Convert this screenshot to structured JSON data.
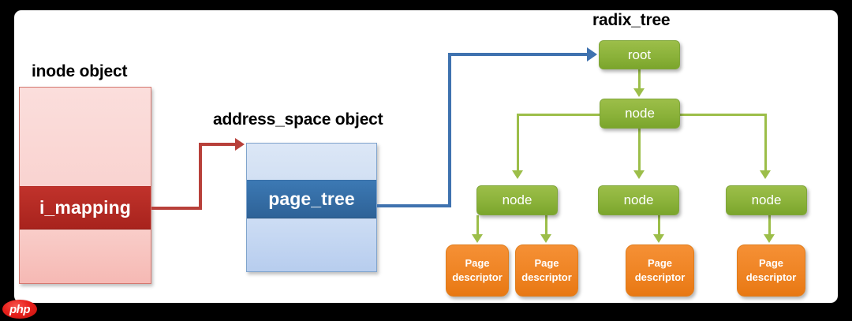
{
  "diagram": {
    "background_color": "#000000",
    "panel_color": "#ffffff",
    "labels": {
      "inode_object": "inode object",
      "address_space_object": "address_space object",
      "radix_tree": "radix_tree"
    },
    "inode_object": {
      "title": "inode object",
      "fill_color": "#f9d3d0",
      "highlight_color": "#c0322b",
      "highlighted_field": "i_mapping",
      "fields": [
        {
          "label": "",
          "highlighted": false
        },
        {
          "label": "i_mapping",
          "highlighted": true
        },
        {
          "label": "",
          "highlighted": false
        }
      ]
    },
    "address_space_object": {
      "title": "address_space object",
      "fill_color": "#cdddf4",
      "highlight_color": "#3c79b4",
      "highlighted_field": "page_tree",
      "fields": [
        {
          "label": "",
          "highlighted": false
        },
        {
          "label": "page_tree",
          "highlighted": true
        },
        {
          "label": "",
          "highlighted": false
        }
      ]
    },
    "radix_tree": {
      "title": "radix_tree",
      "node_color": "#8bb23a",
      "leaf_color": "#ef8424",
      "root": {
        "label": "root"
      },
      "level1": [
        {
          "label": "node"
        }
      ],
      "level2": [
        {
          "label": "node"
        },
        {
          "label": "node"
        },
        {
          "label": "node"
        }
      ],
      "leaves": [
        {
          "label": "Page descriptor",
          "line1": "Page",
          "line2": "descriptor"
        },
        {
          "label": "Page descriptor",
          "line1": "Page",
          "line2": "descriptor"
        },
        {
          "label": "Page descriptor",
          "line1": "Page",
          "line2": "descriptor"
        },
        {
          "label": "Page descriptor",
          "line1": "Page",
          "line2": "descriptor"
        }
      ]
    },
    "connectors": [
      {
        "name": "i_mapping-to-address_space",
        "color": "#b8403a",
        "from": "i_mapping",
        "to": "address_space object"
      },
      {
        "name": "page_tree-to-root",
        "color": "#3f72af",
        "from": "page_tree",
        "to": "root"
      },
      {
        "name": "root-to-node",
        "color": "#9cbe49",
        "from": "root",
        "to": "node"
      },
      {
        "name": "node-to-children",
        "color": "#9cbe49",
        "from": "node",
        "to": "node"
      },
      {
        "name": "node-to-page-descriptors",
        "color": "#9cbe49",
        "from": "node",
        "to": "Page descriptor"
      }
    ],
    "watermark": {
      "text": "php",
      "color": "#e8201b"
    }
  }
}
